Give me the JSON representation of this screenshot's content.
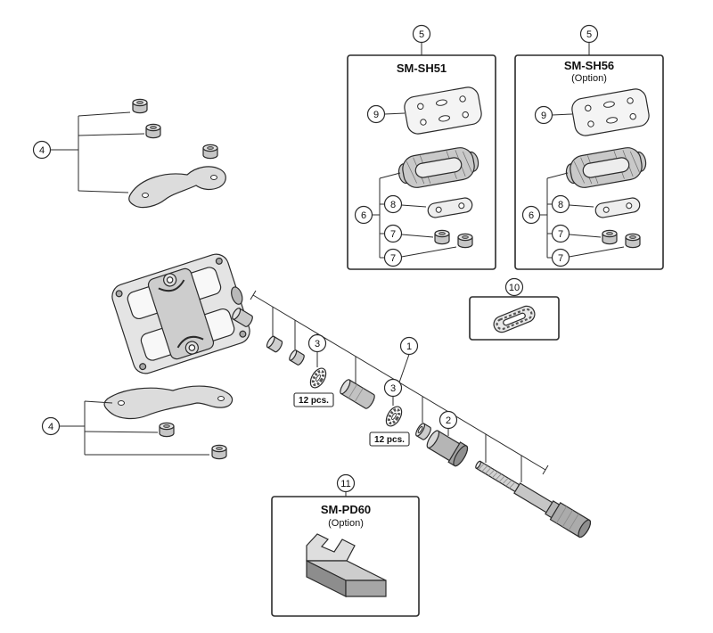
{
  "diagram": {
    "background": "#ffffff",
    "line_color": "#2b2b2b"
  },
  "callouts": {
    "n1": "1",
    "n2": "2",
    "n3": "3",
    "n4": "4",
    "n5": "5",
    "n6": "6",
    "n7": "7",
    "n8": "8",
    "n9": "9",
    "n10": "10",
    "n11": "11"
  },
  "panels": {
    "sh51": {
      "title": "SM-SH51"
    },
    "sh56": {
      "title": "SM-SH56",
      "option": "(Option)"
    },
    "pd60": {
      "title": "SM-PD60",
      "option": "(Option)"
    }
  },
  "labels": {
    "pcs12": "12 pcs."
  }
}
